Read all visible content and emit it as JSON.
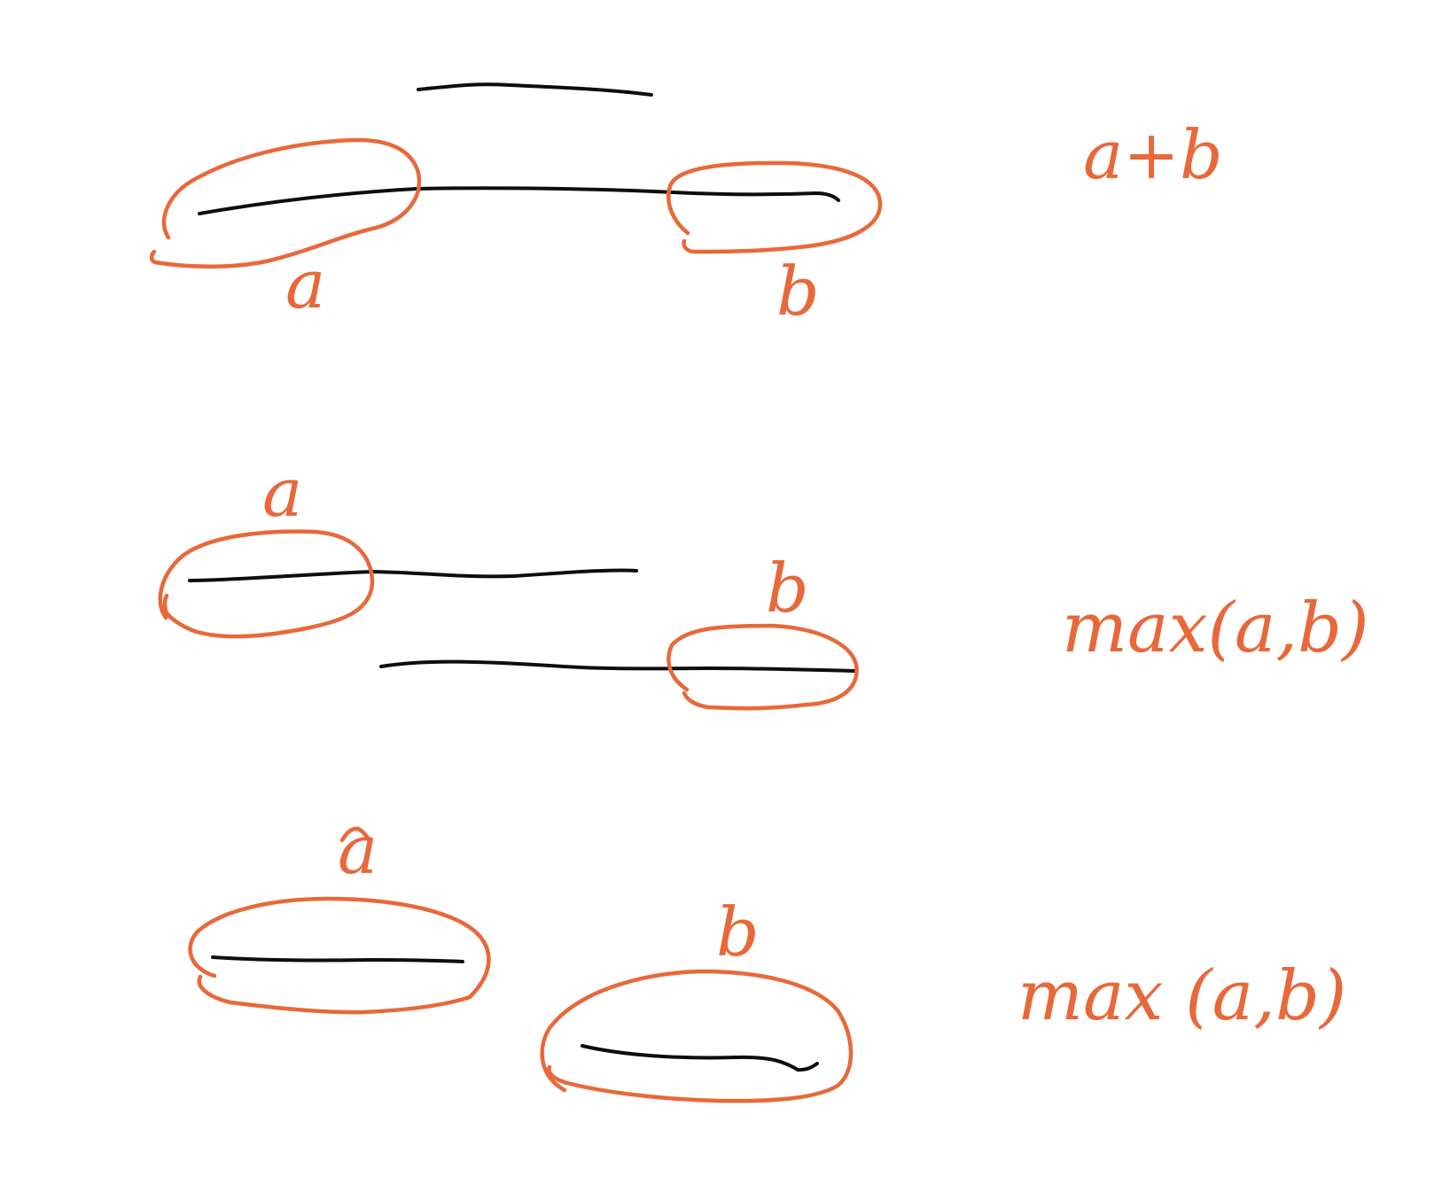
{
  "colors": {
    "ink": "#0d0d0d",
    "accent": "#e8683a",
    "background": "#ffffff"
  },
  "case_sum": {
    "label_a": "a",
    "label_b": "b",
    "formula": "a+b"
  },
  "case_overlap": {
    "label_a": "a",
    "label_b": "b",
    "formula": "max(a,b)"
  },
  "case_disjoint": {
    "label_a": "a",
    "label_b": "b",
    "formula": "max (a,b)"
  }
}
